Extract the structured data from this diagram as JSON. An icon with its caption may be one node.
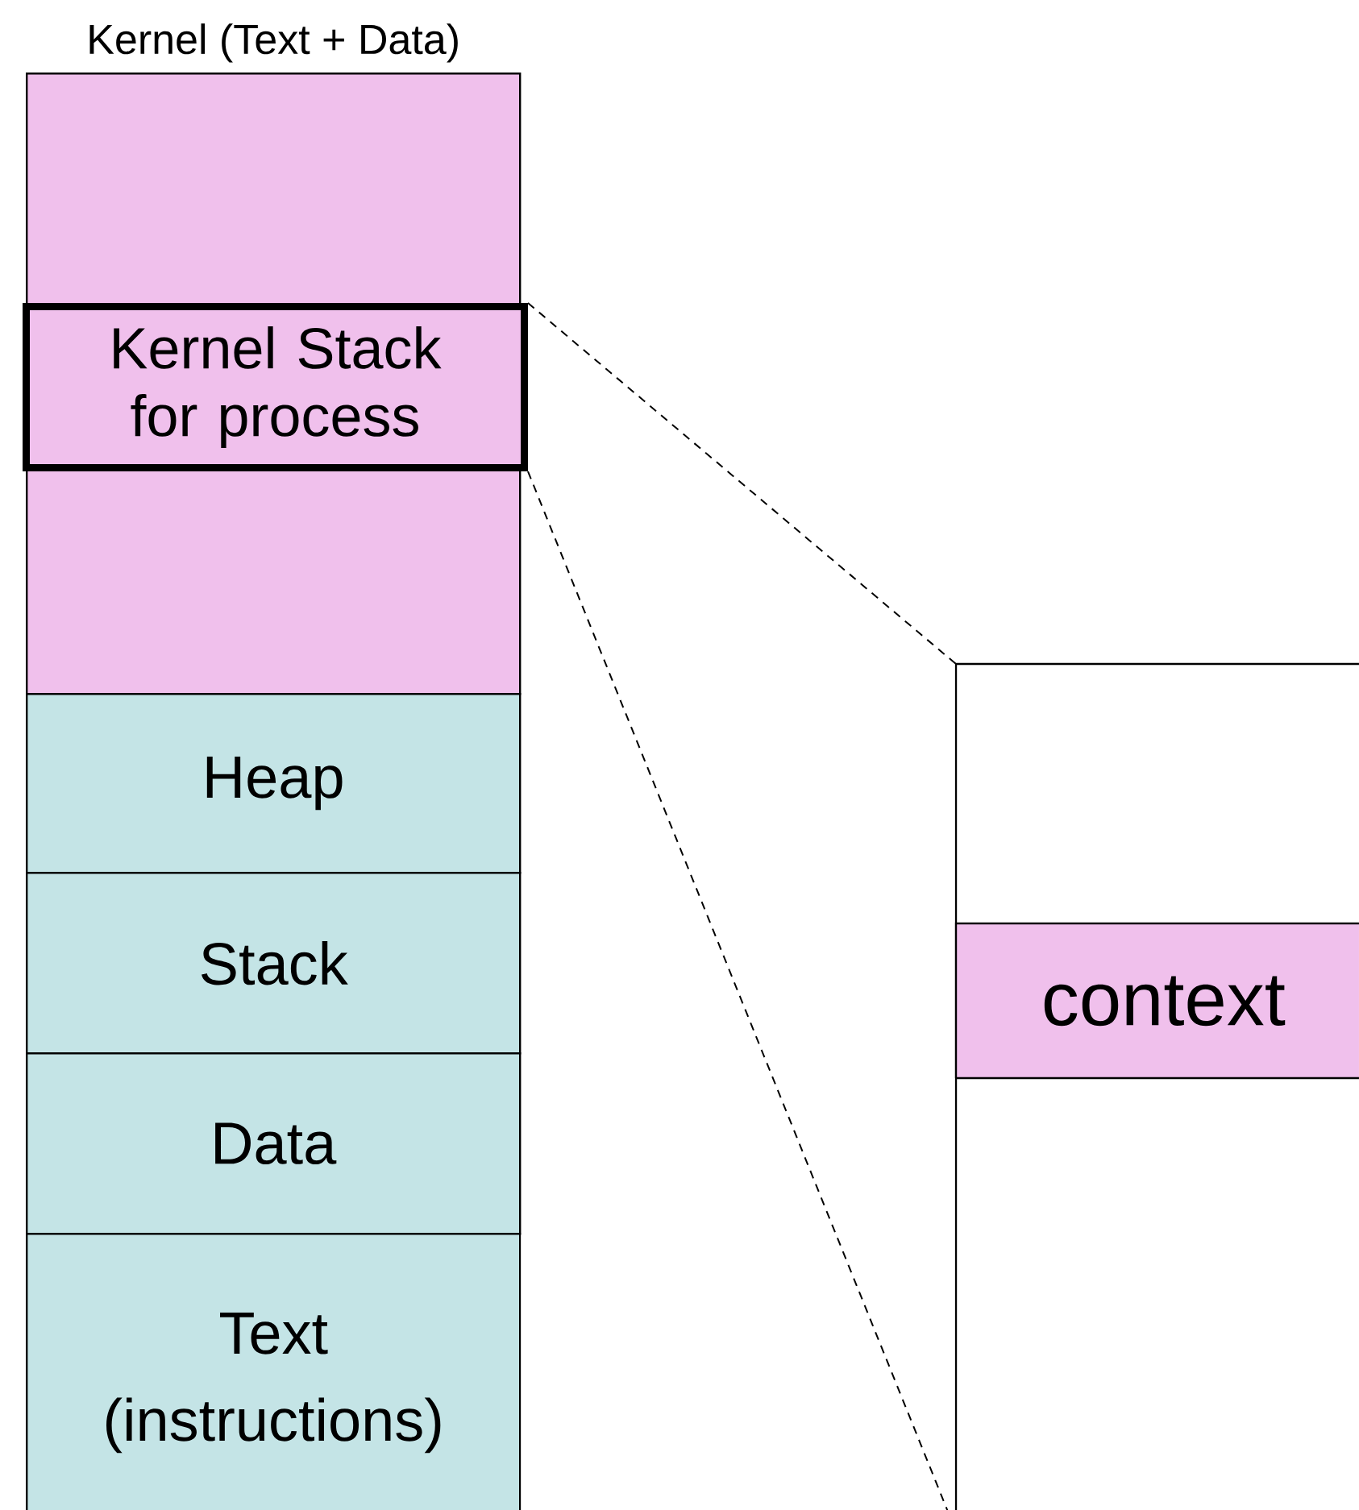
{
  "diagram": {
    "nodes": [
      {
        "text": [
          "Kernel (Text + Data)"
        ]
      },
      {
        "text": [
          "Kernel Stack for process"
        ],
        "in": 0
      },
      {
        "text": [
          "Heap"
        ]
      },
      {
        "text": [
          "Stack"
        ]
      },
      {
        "text": [
          "Data"
        ]
      },
      {
        "text": [
          "Text (instructions)"
        ]
      },
      {
        "text": [],
        "shape": "box"
      },
      {
        "text": [
          "context"
        ],
        "in": 6
      }
    ],
    "edges": [
      {
        "from": 1,
        "to": 6,
        "arrow": "none",
        "style": "dashed"
      },
      {
        "from": 1,
        "to": 6,
        "arrow": "none",
        "style": "dashed"
      }
    ]
  }
}
